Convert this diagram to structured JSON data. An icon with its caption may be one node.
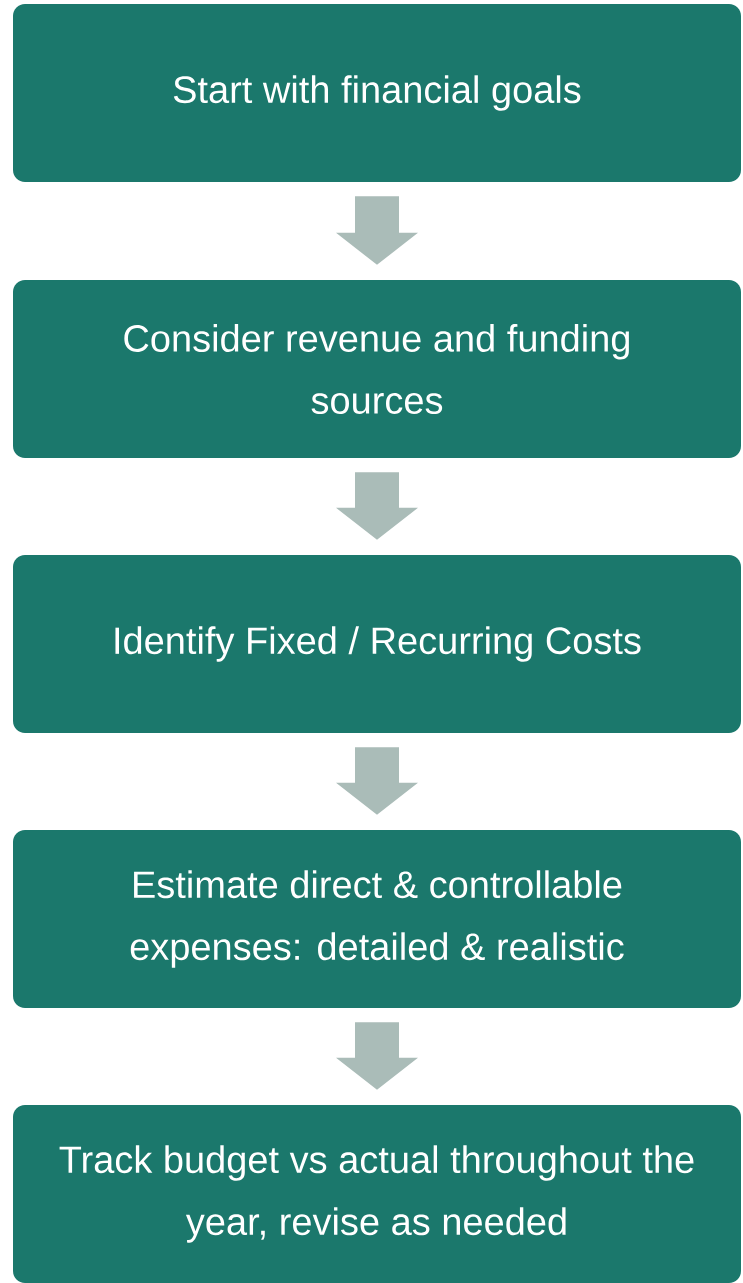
{
  "diagram": {
    "nodes": [
      {
        "text": [
          "Start with financial goals"
        ]
      },
      {
        "text": [
          "Consider revenue and funding sources"
        ]
      },
      {
        "text": [
          "Identify Fixed / Recurring Costs"
        ]
      },
      {
        "text": [
          "Estimate direct & controllable expenses: detailed & realistic"
        ]
      },
      {
        "text": [
          "Track budget vs actual throughout the year, revise as needed"
        ]
      }
    ],
    "edges": [
      {
        "from": 0,
        "to": 1,
        "arrow": "to"
      },
      {
        "from": 1,
        "to": 2,
        "arrow": "to"
      },
      {
        "from": 2,
        "to": 3,
        "arrow": "to"
      },
      {
        "from": 3,
        "to": 4,
        "arrow": "to"
      }
    ]
  }
}
